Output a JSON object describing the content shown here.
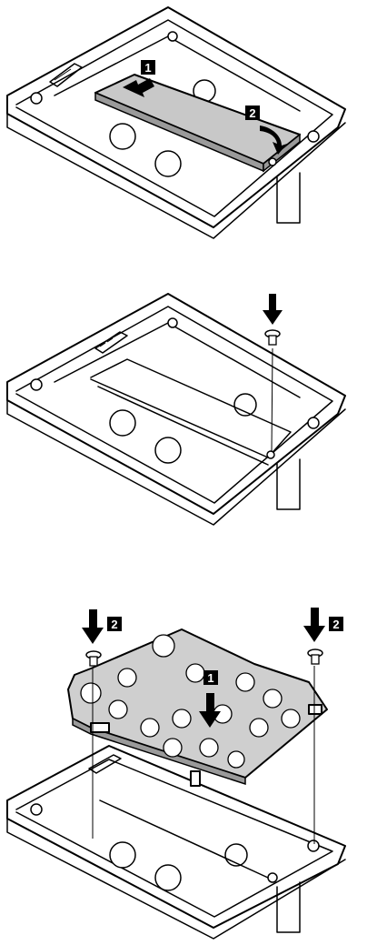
{
  "steps": [
    {
      "panel": 1,
      "callouts": [
        {
          "id": "c1",
          "label": "1"
        },
        {
          "id": "c2",
          "label": "2"
        }
      ]
    },
    {
      "panel": 2,
      "callouts": []
    },
    {
      "panel": 3,
      "callouts": [
        {
          "id": "c1",
          "label": "1"
        },
        {
          "id": "c2a",
          "label": "2"
        },
        {
          "id": "c2b",
          "label": "2"
        }
      ]
    }
  ],
  "colors": {
    "line": "#000000",
    "ssd_fill": "#c8c8c8",
    "plate_fill": "#cfcfcf",
    "background": "#ffffff"
  },
  "icons": [
    "push-arrow-icon",
    "rotate-arrow-icon",
    "down-arrow-icon",
    "screw-icon"
  ]
}
